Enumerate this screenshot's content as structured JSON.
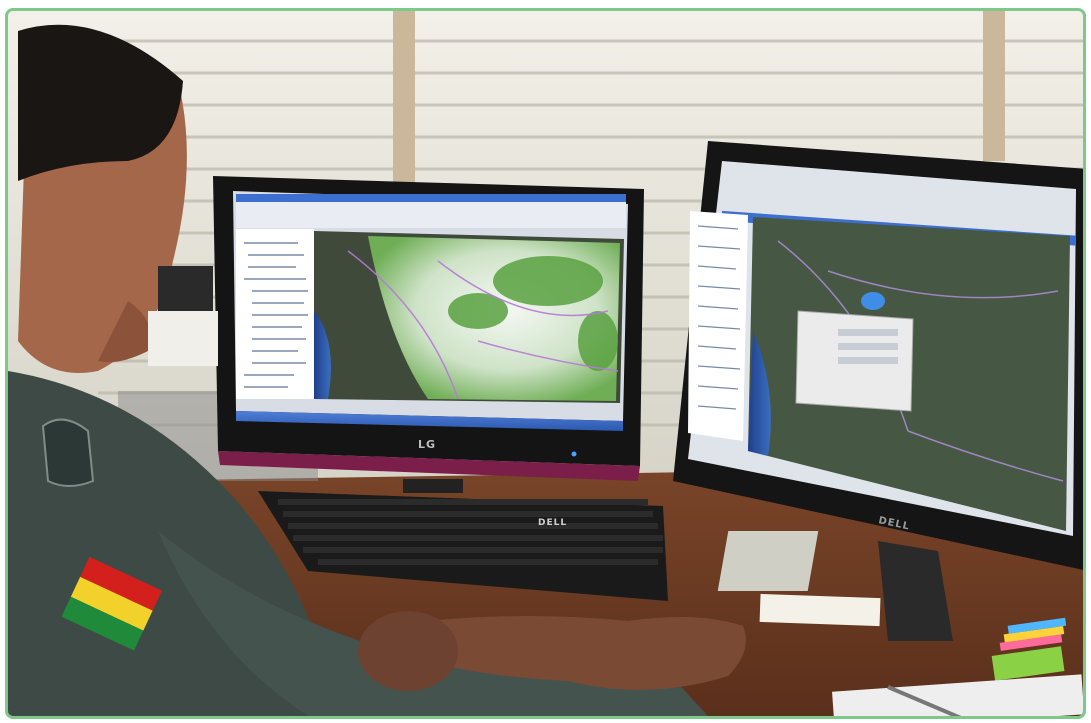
{
  "scene": {
    "description_type": "photograph",
    "colors": {
      "frame_border": "#7cc98a",
      "blinds": "#e8e6dc",
      "desk": "#6e3d24",
      "uniform": "#3d4a46",
      "monitor_bezel": "#121212",
      "map_land": "#3f4a3a",
      "map_ocean": "#234a9a",
      "cloud_overlay": "#e9f1ea",
      "radar_green": "#63a84a",
      "flag_red": "#d3201c",
      "flag_yellow": "#f2d12a",
      "flag_green": "#1f8a3a"
    }
  },
  "monitors": {
    "left_brand": "LG",
    "right_brand": "DELL"
  },
  "keyboard": {
    "brand": "DELL"
  }
}
